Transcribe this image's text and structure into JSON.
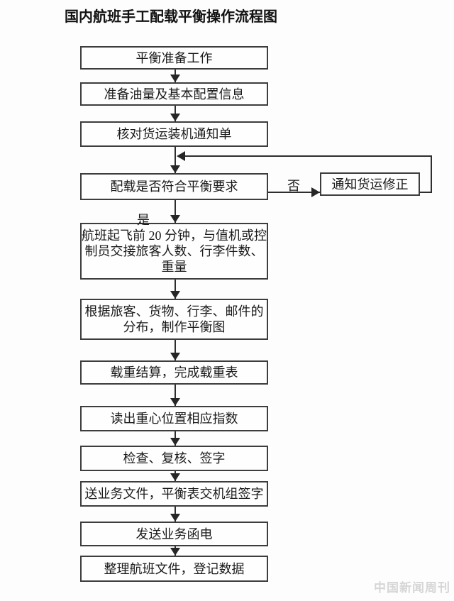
{
  "title": "国内航班手工配载平衡操作流程图",
  "watermark": "中国新闻周刊",
  "colors": {
    "background": "#fdfdfd",
    "line": "#2e2e2e",
    "border": "#3d3d3d",
    "text": "#1a1a1a",
    "watermark": "#d6d6d6"
  },
  "diagram": {
    "type": "flowchart",
    "direction": "top-down",
    "nodes": [
      {
        "id": "prepare",
        "label": "平衡准备工作"
      },
      {
        "id": "fuel-config",
        "label": "准备油量及基本配置信息"
      },
      {
        "id": "check-notice",
        "label": "核对货运装机通知单"
      },
      {
        "id": "balance-check",
        "label": "配载是否符合平衡要求"
      },
      {
        "id": "handover",
        "label": "航班起飞前 20 分钟，与值机或控\n制员交接旅客人数、行李件数、\n重量"
      },
      {
        "id": "balance-chart",
        "label": "根据旅客、货物、行李、邮件的\n分布，制作平衡图"
      },
      {
        "id": "load-sheet",
        "label": "载重结算，完成载重表"
      },
      {
        "id": "cg-index",
        "label": "读出重心位置相应指数"
      },
      {
        "id": "check-sign",
        "label": "检查、复核、签字"
      },
      {
        "id": "deliver-docs",
        "label": "送业务文件，平衡表交机组签字"
      },
      {
        "id": "send-telegram",
        "label": "发送业务函电"
      },
      {
        "id": "archive",
        "label": "整理航班文件，登记数据"
      }
    ],
    "side_node": {
      "id": "notify-cargo",
      "label": "通知货运修正"
    },
    "edge_labels": {
      "yes": "是",
      "no": "否"
    },
    "edges": [
      "prepare -> fuel-config",
      "fuel-config -> check-notice",
      "check-notice -> balance-check",
      "balance-check -否-> notify-cargo",
      "notify-cargo -> (loops back into line between check-notice and balance-check)",
      "balance-check -是-> handover",
      "handover -> balance-chart",
      "balance-chart -> load-sheet",
      "load-sheet -> cg-index",
      "cg-index -> check-sign",
      "check-sign -> deliver-docs",
      "deliver-docs -> send-telegram",
      "send-telegram -> archive"
    ]
  }
}
